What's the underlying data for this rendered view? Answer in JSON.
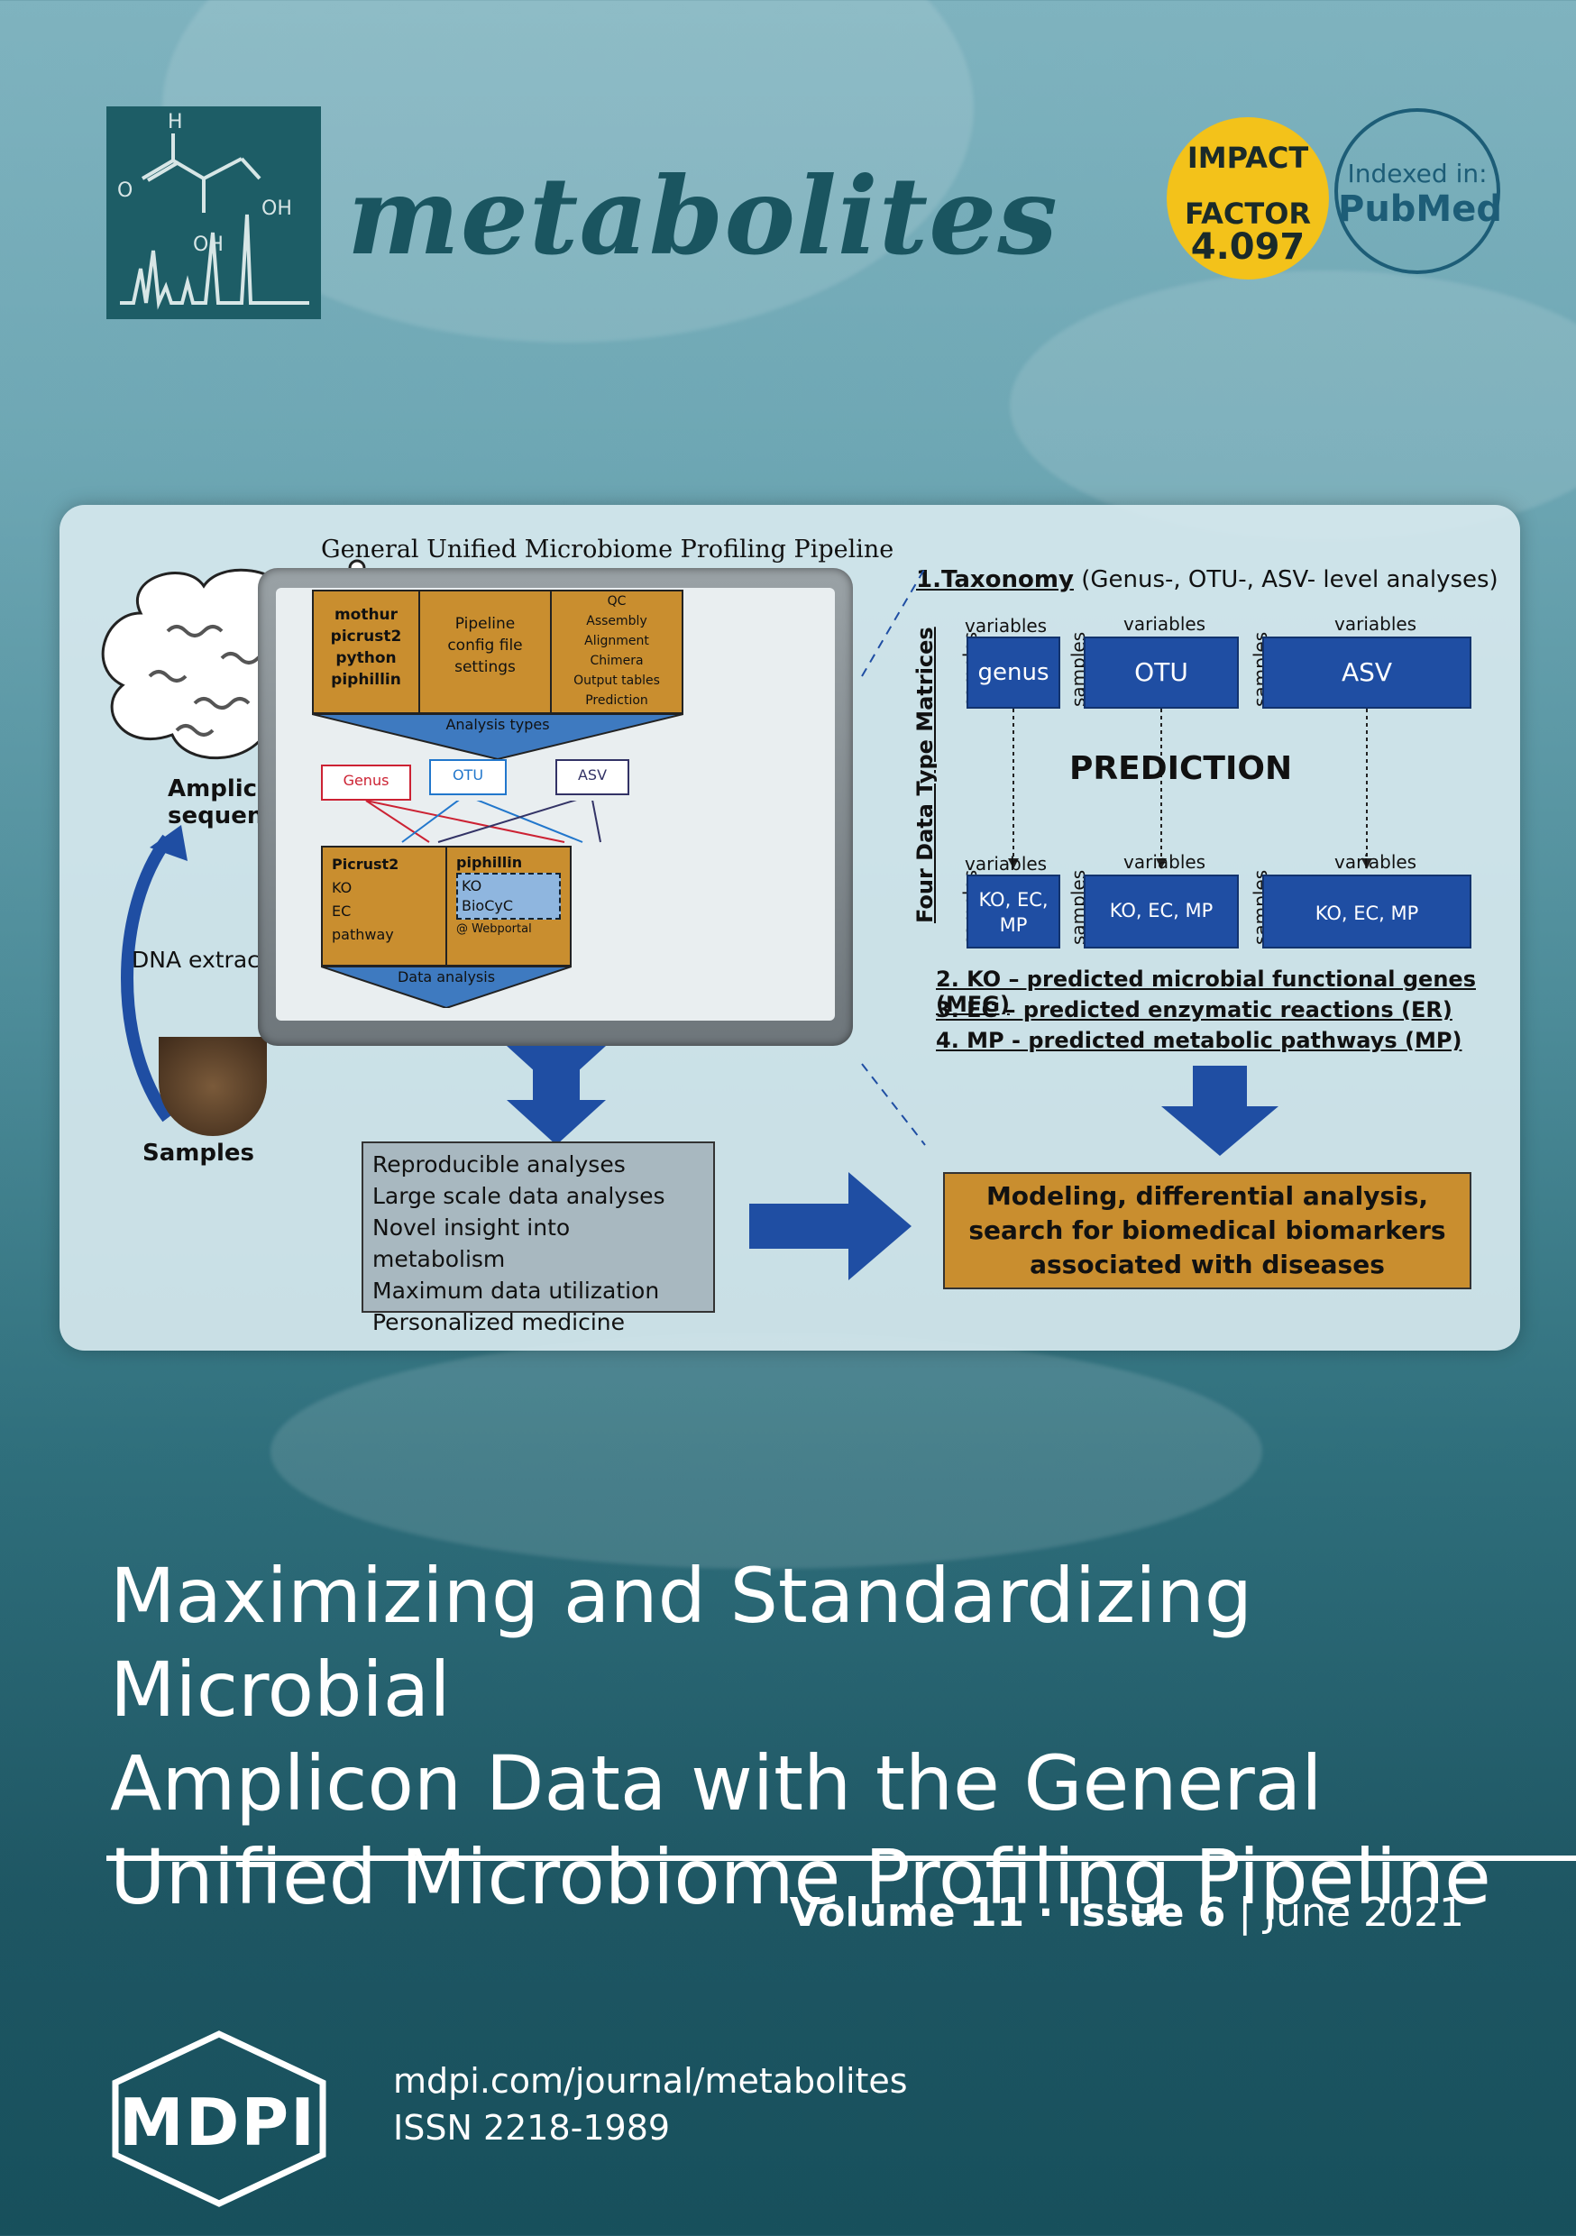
{
  "journal": {
    "name": "metabolites",
    "logo_labels": {
      "h": "H",
      "o": "O",
      "oh1": "OH",
      "oh2": "OH"
    }
  },
  "badges": {
    "impact_l1": "IMPACT",
    "impact_l2": "FACTOR",
    "impact_value": "4.097",
    "pubmed_l1": "Indexed in:",
    "pubmed_l2": "PubMed"
  },
  "figure": {
    "pipeline_title": "General Unified Microbiome Profiling Pipeline",
    "tools": [
      "mothur",
      "picrust2",
      "python",
      "piphillin"
    ],
    "pipeline_config": [
      "Pipeline",
      "config file",
      "settings"
    ],
    "qc_items": [
      "QC",
      "Assembly",
      "Alignment",
      "Chimera",
      "Output tables",
      "Prediction"
    ],
    "analysis_types_label": "Analysis types",
    "types": {
      "genus": "Genus",
      "otu": "OTU",
      "asv": "ASV"
    },
    "picrust_box": [
      "Picrust2",
      "KO",
      "EC",
      "pathway"
    ],
    "piphillin_box": {
      "title": "piphillin",
      "items": [
        "KO",
        "BioCyC"
      ],
      "note": "@ Webportal"
    },
    "data_analysis_label": "Data analysis",
    "left_labels": {
      "amplicon_1": "Amplicon",
      "amplicon_2": "sequencing",
      "dna": "DNA extraction",
      "samples": "Samples"
    },
    "taxonomy_heading": "1.Taxonomy",
    "taxonomy_suffix": " (Genus-, OTU-, ASV- level analyses)",
    "vertical_title": "Four Data Type Matrices",
    "axis_samples": "samples",
    "axis_variables": "variables",
    "top_matrices": [
      "genus",
      "OTU",
      "ASV"
    ],
    "prediction_label": "PREDICTION",
    "bottom_matrices": [
      "KO, EC, MP",
      "KO, EC, MP",
      "KO, EC, MP"
    ],
    "prediction_items": [
      "2. KO – predicted microbial functional genes (MFG)",
      "3. EC – predicted enzymatic reactions (ER)",
      "4. MP - predicted metabolic pathways (MP)"
    ],
    "bullets": [
      "Reproducible analyses",
      "Large scale data analyses",
      "Novel insight into metabolism",
      "Maximum data utilization",
      "Personalized medicine"
    ],
    "modeling_box": "Modeling, differential analysis, search for biomedical biomarkers associated with diseases"
  },
  "article_title": [
    "Maximizing and Standardizing Microbial",
    "Amplicon Data with the General",
    "Unified Microbiome Profiling Pipeline"
  ],
  "issue": {
    "volume": "Volume 11",
    "sep": " · ",
    "issue": "Issue 6",
    "bar": " | ",
    "date": "June 2021"
  },
  "publisher": {
    "logo": "MDPI",
    "url": "mdpi.com/journal/metabolites",
    "issn": "ISSN 2218-1989"
  },
  "colors": {
    "accent_orange": "#c98e2f",
    "matrix_blue": "#1f4ea3",
    "impact_yellow": "#f3c21a"
  }
}
